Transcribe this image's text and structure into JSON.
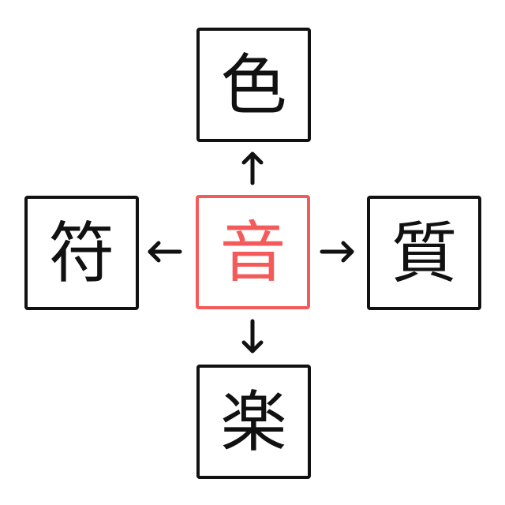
{
  "puzzle": {
    "center": "音",
    "top": "色",
    "left": "符",
    "right": "質",
    "bottom": "楽"
  },
  "colors": {
    "center": "#f55a5a",
    "outer": "#111111"
  }
}
